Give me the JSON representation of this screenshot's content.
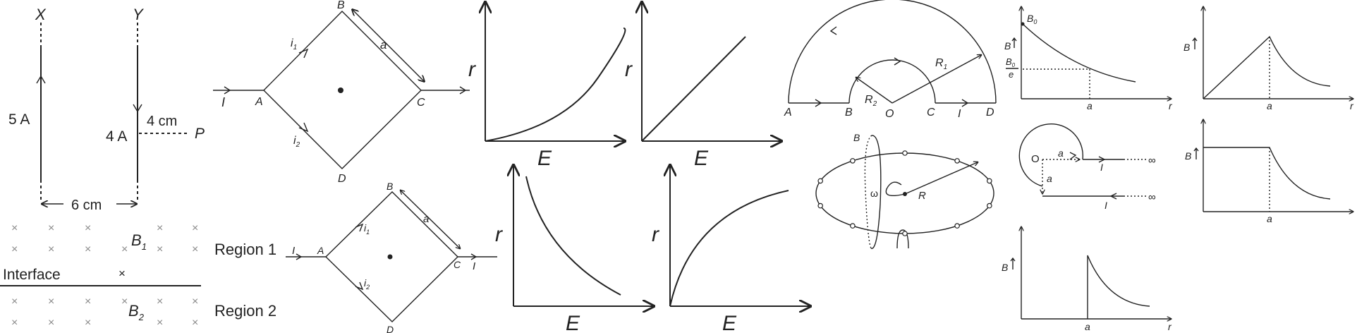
{
  "wires": {
    "label_x": "X",
    "label_y": "Y",
    "current_left": "5 A",
    "current_right": "4 A",
    "distance_p": "4 cm",
    "label_p": "P",
    "separation": "6 cm"
  },
  "interface": {
    "label": "Interface",
    "b1": "B",
    "b1_sub": "1",
    "b2": "B",
    "b2_sub": "2",
    "region1": "Region 1",
    "region2": "Region 2"
  },
  "square_top": {
    "I": "I",
    "A": "A",
    "B": "B",
    "C": "C",
    "D": "D",
    "a": "a",
    "i": "i",
    "i1": "1",
    "i2": "2"
  },
  "square_bottom": {
    "I": "I",
    "A": "A",
    "B": "B",
    "C": "C",
    "D": "D",
    "a": "a",
    "i": "i",
    "i1": "1",
    "i2": "2",
    "I_out": "I"
  },
  "graphs": {
    "r": "r",
    "E": "E"
  },
  "semicircle": {
    "A": "A",
    "B": "B",
    "O": "O",
    "C": "C",
    "D": "D",
    "I": "I",
    "R": "R",
    "R1": "1",
    "R2": "2"
  },
  "ellipse": {
    "B": "B",
    "omega": "ω",
    "R": "R"
  },
  "bgraph": {
    "B": "B",
    "B0": "B",
    "B0_sub": "0",
    "frac_num": "B",
    "frac_num_sub": "0",
    "frac_den": "e",
    "a": "a",
    "r": "r"
  },
  "loop": {
    "O": "O",
    "a": "a",
    "I": "I",
    "inf": "∞"
  }
}
